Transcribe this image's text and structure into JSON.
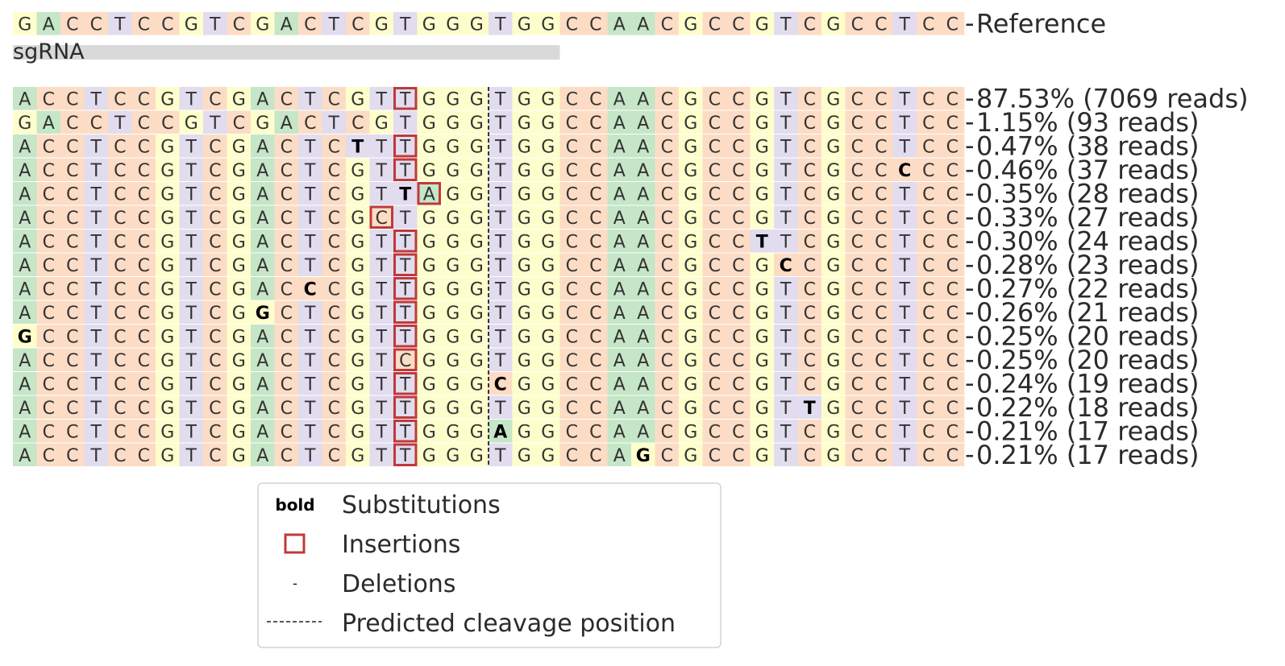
{
  "colors": {
    "A": "#c5e6c7",
    "C": "#fddcc5",
    "G": "#fefecc",
    "T": "#e1dcee",
    "insertion_box": "#c0393b",
    "sgrna_bar": "#d9d9d9",
    "cleavage_line": "#222222"
  },
  "reference": {
    "sequence": "GACCTCCGTCGACTCGTGGGTGGCCAACGCCGTCGCCTCC",
    "label": "Reference"
  },
  "sgrna": {
    "label": "sgRNA",
    "start": 0,
    "end": 23
  },
  "cleavage_after_index": 19,
  "alleles": [
    {
      "sequence": "ACCTCCGTCGACTCGTTGGGTGGCCAACGCCGTCGCCTCC",
      "label": "87.53% (7069 reads)",
      "substitutions": [],
      "insertions": [
        16
      ]
    },
    {
      "sequence": "GACCTCCGTCGACTCGTGGGTGGCCAACGCCGTCGCCTCC",
      "label": "1.15% (93 reads)",
      "substitutions": [],
      "insertions": []
    },
    {
      "sequence": "ACCTCCGTCGACTCTTTGGGTGGCCAACGCCGTCGCCTCC",
      "label": "0.47% (38 reads)",
      "substitutions": [
        14
      ],
      "insertions": [
        16
      ]
    },
    {
      "sequence": "ACCTCCGTCGACTCGTTGGGTGGCCAACGCCGTCGCCCCC",
      "label": "0.46% (37 reads)",
      "substitutions": [
        37
      ],
      "insertions": [
        16
      ]
    },
    {
      "sequence": "ACCTCCGTCGACTCGTTAGGTGGCCAACGCCGTCGCCTCC",
      "label": "0.35% (28 reads)",
      "substitutions": [
        16
      ],
      "insertions": [
        17
      ]
    },
    {
      "sequence": "ACCTCCGTCGACTCGCTGGGTGGCCAACGCCGTCGCCTCC",
      "label": "0.33% (27 reads)",
      "substitutions": [],
      "insertions": [
        15
      ]
    },
    {
      "sequence": "ACCTCCGTCGACTCGTTGGGTGGCCAACGCCTTCGCCTCC",
      "label": "0.30% (24 reads)",
      "substitutions": [
        31
      ],
      "insertions": [
        16
      ]
    },
    {
      "sequence": "ACCTCCGTCGACTCGTTGGGTGGCCAACGCCGCCGCCTCC",
      "label": "0.28% (23 reads)",
      "substitutions": [
        32
      ],
      "insertions": [
        16
      ]
    },
    {
      "sequence": "ACCTCCGTCGACCCGTTGGGTGGCCAACGCCGTCGCCTCC",
      "label": "0.27% (22 reads)",
      "substitutions": [
        12
      ],
      "insertions": [
        16
      ]
    },
    {
      "sequence": "ACCTCCGTCGGCTCGTTGGGTGGCCAACGCCGTCGCCTCC",
      "label": "0.26% (21 reads)",
      "substitutions": [
        10
      ],
      "insertions": [
        16
      ]
    },
    {
      "sequence": "GCCTCCGTCGACTCGTTGGGTGGCCAACGCCGTCGCCTCC",
      "label": "0.25% (20 reads)",
      "substitutions": [
        0
      ],
      "insertions": [
        16
      ]
    },
    {
      "sequence": "ACCTCCGTCGACTCGTCGGGTGGCCAACGCCGTCGCCTCC",
      "label": "0.25% (20 reads)",
      "substitutions": [],
      "insertions": [
        16
      ]
    },
    {
      "sequence": "ACCTCCGTCGACTCGTTGGGCGGCCAACGCCGTCGCCTCC",
      "label": "0.24% (19 reads)",
      "substitutions": [
        20
      ],
      "insertions": [
        16
      ]
    },
    {
      "sequence": "ACCTCCGTCGACTCGTTGGGTGGCCAACGCCGTTGCCTCC",
      "label": "0.22% (18 reads)",
      "substitutions": [
        33
      ],
      "insertions": [
        16
      ]
    },
    {
      "sequence": "ACCTCCGTCGACTCGTTGGGAGGCCAACGCCGTCGCCTCC",
      "label": "0.21% (17 reads)",
      "substitutions": [
        20
      ],
      "insertions": [
        16
      ]
    },
    {
      "sequence": "ACCTCCGTCGACTCGTTGGGTGGCCAGCGCCGTCGCCTCC",
      "label": "0.21% (17 reads)",
      "substitutions": [
        26
      ],
      "insertions": [
        16
      ]
    }
  ],
  "legend": {
    "substitutions": {
      "marker": "bold",
      "label": "Substitutions"
    },
    "insertions": {
      "label": "Insertions"
    },
    "deletions": {
      "marker": "-",
      "label": "Deletions"
    },
    "cleavage": {
      "label": "Predicted cleavage position"
    }
  }
}
